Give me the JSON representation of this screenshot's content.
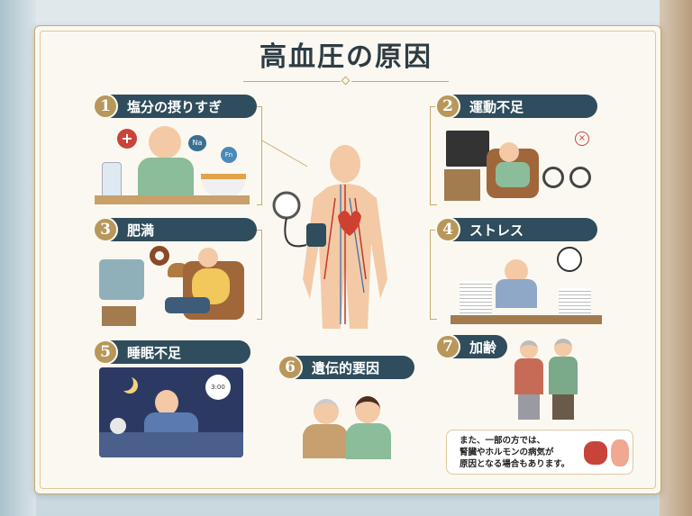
{
  "title": "高血圧の原因",
  "causes": [
    {
      "number": "1",
      "label": "塩分の摂りすぎ",
      "icon_labels": [
        "Na",
        "Fn"
      ]
    },
    {
      "number": "2",
      "label": "運動不足"
    },
    {
      "number": "3",
      "label": "肥満"
    },
    {
      "number": "4",
      "label": "ストレス"
    },
    {
      "number": "5",
      "label": "睡眠不足",
      "clock": "3:00"
    },
    {
      "number": "6",
      "label": "遺伝的要因"
    },
    {
      "number": "7",
      "label": "加齢"
    }
  ],
  "note": {
    "lines": [
      "また、一部の方では、",
      "腎臓やホルモンの病気が",
      "原因となる場合もあります。"
    ]
  },
  "colors": {
    "pill": "#2f4d5c",
    "accent": "#b8975a",
    "panel": "#fbf8f1"
  }
}
